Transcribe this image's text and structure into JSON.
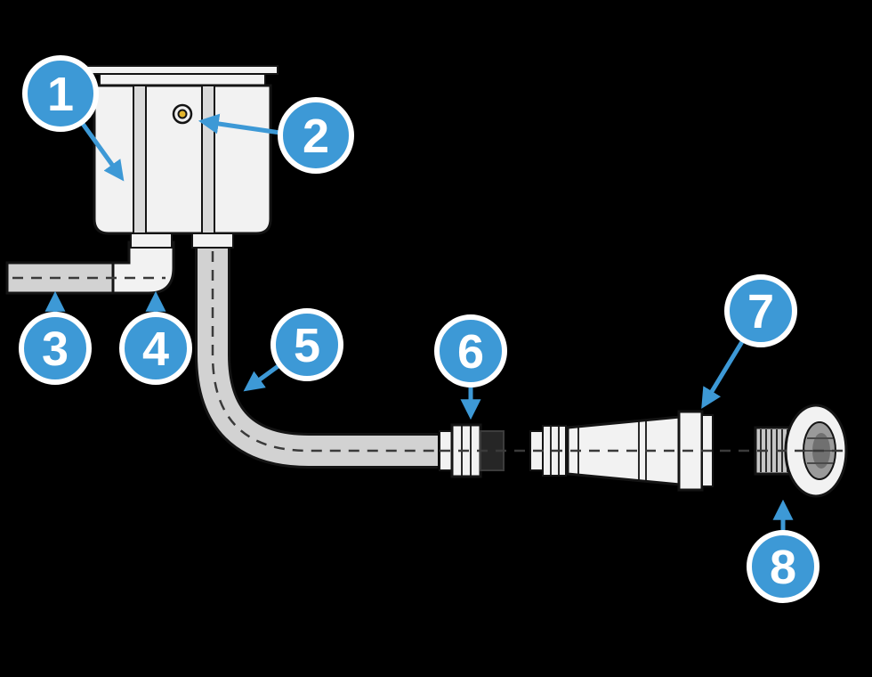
{
  "diagram": {
    "background_color": "#000000",
    "accent_color": "#3D99D6",
    "callout_ring_color": "#FFFFFF",
    "callout_text_color": "#FFFFFF",
    "part_fill_color": "#F2F2F2",
    "pipe_fill_color": "#D2D2D2",
    "outline_color": "#141414",
    "screw_color": "#E2B42C",
    "callouts": [
      {
        "label": "1"
      },
      {
        "label": "2"
      },
      {
        "label": "3"
      },
      {
        "label": "4"
      },
      {
        "label": "5"
      },
      {
        "label": "6"
      },
      {
        "label": "7"
      },
      {
        "label": "8"
      }
    ]
  }
}
